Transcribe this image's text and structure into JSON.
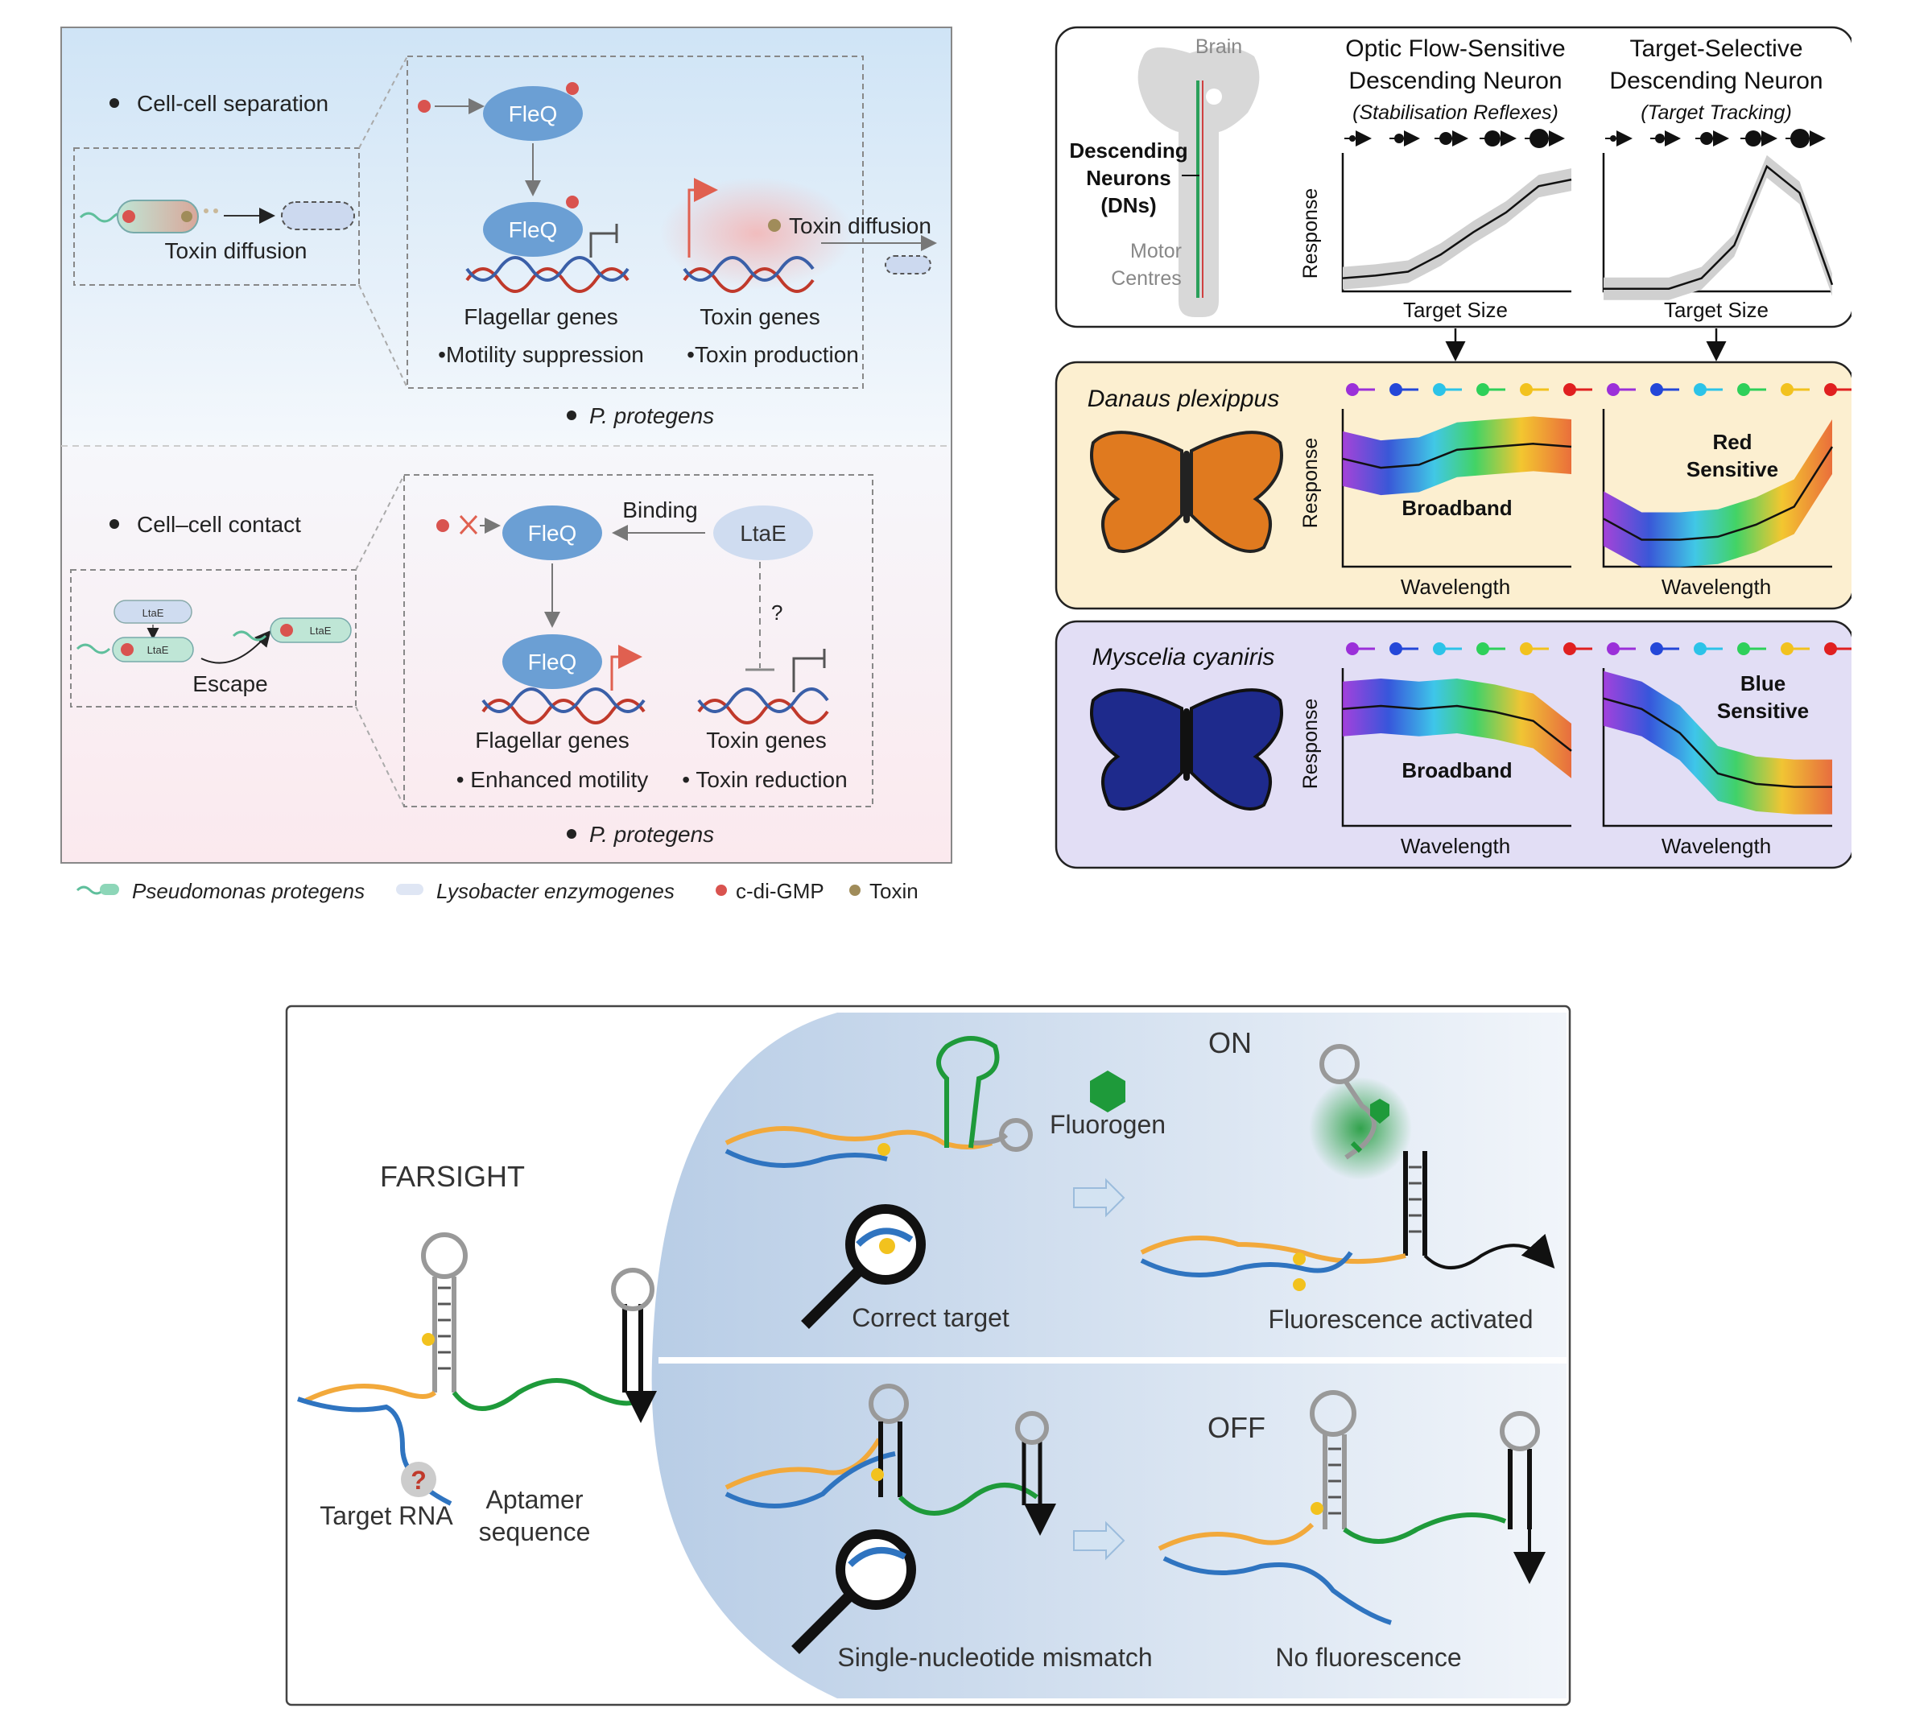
{
  "panel_a": {
    "top": {
      "bullet": "Cell-cell separation",
      "inset_caption": "Toxin diffusion",
      "protein": "FleQ",
      "protein_bound": "FleQ",
      "toxin_diffusion": "Toxin diffusion",
      "flagellar_genes": "Flagellar genes",
      "toxin_genes": "Toxin genes",
      "motility": "•Motility suppression",
      "toxin_production": "•Toxin production",
      "species": "P. protegens"
    },
    "bottom": {
      "bullet": "Cell–cell contact",
      "inset_caption": "Escape",
      "ltae_small_1": "LtaE",
      "ltae_small_2": "LtaE",
      "ltae_small_3": "LtaE",
      "binding": "Binding",
      "protein": "FleQ",
      "ltae": "LtaE",
      "question": "?",
      "protein_lower": "FleQ",
      "flagellar_genes": "Flagellar genes",
      "toxin_genes": "Toxin genes",
      "motility": "• Enhanced motility",
      "toxin_reduction": "• Toxin reduction",
      "species": "P. protegens"
    },
    "legend": {
      "item1": "Pseudomonas protegens",
      "item2": "Lysobacter enzymogenes",
      "item3": "c-di-GMP",
      "item4": "Toxin"
    },
    "colors": {
      "fleq": "#6b9fd4",
      "cdigmp": "#d9534f",
      "toxin": "#a08c5a",
      "dna_red": "#c0392b",
      "dna_blue": "#3a5fa8"
    }
  },
  "panel_b": {
    "brain": "Brain",
    "dn_label_1": "Descending",
    "dn_label_2": "Neurons",
    "dn_label_3": "(DNs)",
    "motor_1": "Motor",
    "motor_2": "Centres",
    "col1_title_1": "Optic Flow-Sensitive",
    "col1_title_2": "Descending Neuron",
    "col1_sub": "(Stabilisation Reflexes)",
    "col2_title_1": "Target-Selective",
    "col2_title_2": "Descending Neuron",
    "col2_sub": "(Target Tracking)",
    "ylabel": "Response",
    "xlabel_size": "Target Size",
    "species1": "Danaus plexippus",
    "species2": "Myscelia cyaniris",
    "broadband": "Broadband",
    "red_1": "Red",
    "red_2": "Sensitive",
    "blue_1": "Blue",
    "blue_2": "Sensitive",
    "xlabel_wl": "Wavelength",
    "colors": {
      "row1_bg": "#fcefd0",
      "row2_bg": "#e2def5",
      "dots": [
        "#9b30d9",
        "#2447d8",
        "#2cc3e8",
        "#2ed05a",
        "#f2c21e",
        "#e02020"
      ]
    },
    "curve_levels": {
      "optic_flow": [
        0.1,
        0.12,
        0.15,
        0.28,
        0.45,
        0.6,
        0.8,
        0.85
      ],
      "target_selective": [
        0.02,
        0.02,
        0.02,
        0.1,
        0.35,
        0.95,
        0.75,
        0.05
      ],
      "danaus_broadband": [
        0.72,
        0.66,
        0.68,
        0.78,
        0.8,
        0.82,
        0.8
      ],
      "danaus_red": [
        0.32,
        0.18,
        0.18,
        0.2,
        0.28,
        0.4,
        0.8
      ],
      "myscelia_broadband": [
        0.78,
        0.8,
        0.78,
        0.8,
        0.76,
        0.7,
        0.5
      ],
      "myscelia_blue": [
        0.85,
        0.78,
        0.62,
        0.35,
        0.28,
        0.26,
        0.26
      ]
    }
  },
  "panel_c": {
    "title": "FARSIGHT",
    "target_rna": "Target RNA",
    "aptamer_1": "Aptamer",
    "aptamer_2": "sequence",
    "on": "ON",
    "off": "OFF",
    "fluorogen": "Fluorogen",
    "correct": "Correct target",
    "activated": "Fluorescence activated",
    "mismatch": "Single-nucleotide mismatch",
    "nofluor": "No fluorescence",
    "question": "?",
    "colors": {
      "green": "#1e9a3a",
      "orange": "#f2a93b",
      "blue": "#2f74c0",
      "grey": "#9a9a9a"
    }
  }
}
